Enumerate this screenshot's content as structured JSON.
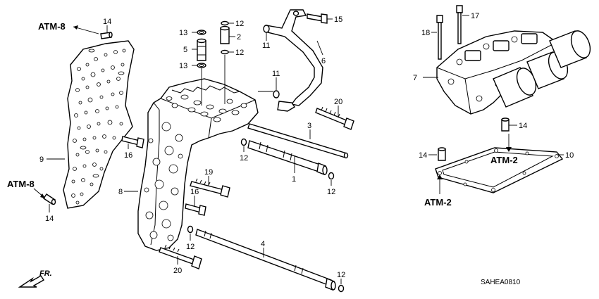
{
  "callouts": {
    "c1": "1",
    "c2": "2",
    "c3": "3",
    "c4": "4",
    "c5": "5",
    "c6": "6",
    "c7": "7",
    "c8": "8",
    "c9": "9",
    "c10": "10",
    "c11a": "11",
    "c11b": "11",
    "c12a": "12",
    "c12b": "12",
    "c12c": "12",
    "c12d": "12",
    "c12e": "12",
    "c12f": "12",
    "c13a": "13",
    "c13b": "13",
    "c14a": "14",
    "c14b": "14",
    "c14c": "14",
    "c14d": "14",
    "c15": "15",
    "c16a": "16",
    "c16b": "16",
    "c17": "17",
    "c18": "18",
    "c19": "19",
    "c20a": "20",
    "c20b": "20"
  },
  "references": {
    "atm8_top": "ATM-8",
    "atm8_bottom": "ATM-8",
    "atm2_top": "ATM-2",
    "atm2_bottom": "ATM-2"
  },
  "direction_label": "FR.",
  "diagram_code": "SAHEA0810"
}
